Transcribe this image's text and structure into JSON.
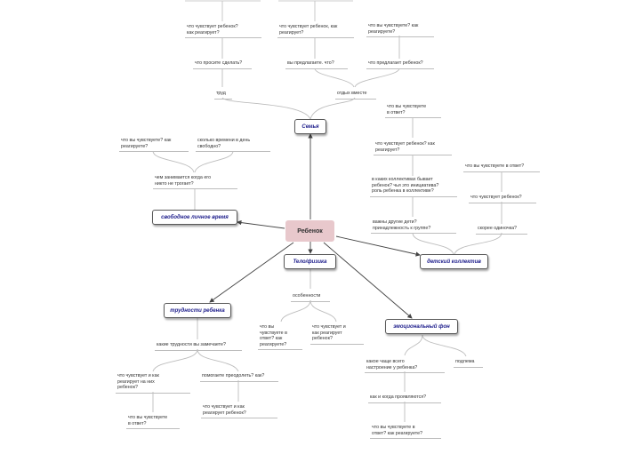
{
  "central": "Ребенок",
  "topics": {
    "family": "Семья",
    "free_time": "свободное личное время",
    "collective": "детский коллектив",
    "body": "Тело/физика",
    "difficulties": "трудности ребенка",
    "emotional": "эмоциональный фон"
  },
  "leaves": {
    "f1": "что чувствует ребенок?\nкак реагирует?",
    "f2": "что чувствует ребенок, как\nреагирует?",
    "f3": "что вы чувствуете? как\nреагируете?",
    "f4": "что просите сделать?",
    "f5": "вы предлагаете. что?",
    "f6": "что предлагает ребенок?",
    "f7": "труд",
    "f8": "отдых вместе",
    "t1": "что вы чувствуете? как\nреагируете?",
    "t2": "сколько времени в день\nсвободно?",
    "t3": "чем занимается когда его\nникто не трогает?",
    "c1": "что вы чувствуете\nв ответ?",
    "c2": "что чувствует ребенок? как\nреагирует?",
    "c3": "в каких коллективах бывает\nребенок? чья это инициатива?\nроль ребенка в коллективе?",
    "c4": "важны другие дети?\nпринадлежность к группе?",
    "c5": "что вы чувствуете в ответ?",
    "c6": "что чувствует ребенок?",
    "c7": "скорее одиночка?",
    "b1": "особенности",
    "b2": "что вы\nчувствуете в\nответ? как\nреагируете?",
    "b3": "что чувствует и\nкак реагирует\nребенок?",
    "d1": "какие трудности вы замечаете?",
    "d2": "что чувствует и как\nреагирует на них\nребенок?",
    "d3": "помогаете преодолеть? как?",
    "d4": "что вы чувствуете\nв ответ?",
    "d5": "что чувствует и как\nреагирует ребенок?",
    "e1": "какое чаще всего\nнастроение у ребенка?",
    "e2": "подлема",
    "e3": "как и когда проявляются?",
    "e4": "что вы чувствуете в\nответ? как реагируете?"
  },
  "colors": {
    "central_bg": "#e8c8cc",
    "topic_text": "#1b1b8a",
    "line": "#bdbdbd",
    "arrow": "#444444"
  }
}
